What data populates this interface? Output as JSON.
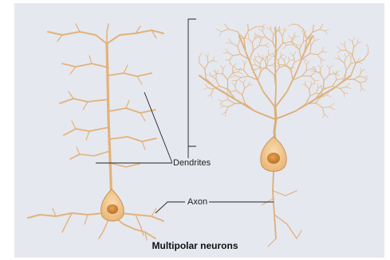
{
  "labels": {
    "dendrites": "Dendrites",
    "axon": "Axon",
    "caption": "Multipolar neurons"
  },
  "colors": {
    "background": "#e6e8ef",
    "neuron_fill": "#f3c98f",
    "neuron_stroke": "#c9955a",
    "nucleus": "#d08a35",
    "leader_line": "#222222"
  }
}
